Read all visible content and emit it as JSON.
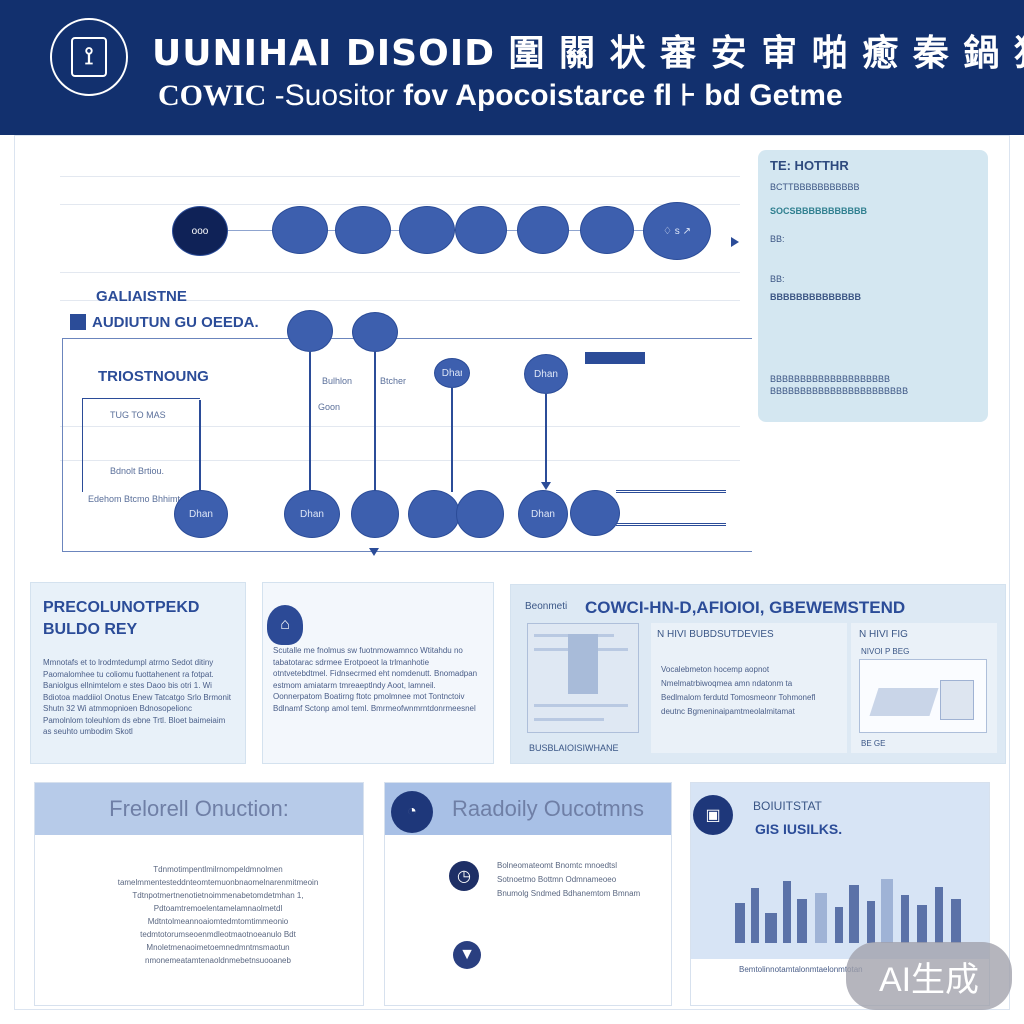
{
  "header": {
    "title": "UUNIHAI DISOID 圍 關 状 審 安 审 啪 癒 秦 鍋 猫",
    "subtitle_a": "COWIC",
    "subtitle_b": " -Suositor",
    "subtitle_c": " fov Apocoistarce fl ⊦ bd Getme"
  },
  "diagram": {
    "top_nodes": [
      "ooo",
      "",
      "",
      "",
      "",
      "",
      "♢ s ↗"
    ],
    "label_1": "GALIAISTNE",
    "label_2": "AUDIUTUN GU OEEDA.",
    "label_3": "TRIOSTNOUNG",
    "node_labels": [
      "",
      "",
      "Dhan",
      "Dhan"
    ],
    "bottom_node_labels": [
      "Dhan",
      "Dhan",
      "",
      "",
      "Dhan",
      "",
      ""
    ],
    "notes": [
      "Bulhlon",
      "Btcher",
      "TUG TO MAS",
      "Goon",
      "Bdnolt Brtiou.",
      "Edehom Btcmo Bhhimtem"
    ]
  },
  "infobox": {
    "heading": "TE: HOTTHR",
    "lines": [
      "BCTTBBBBBBBBBBB",
      "SOCSBBBBBBBBBBB",
      "BB:",
      "BB:",
      "BBBBBBBBBBBBBB",
      "BBBBBBBBBBBBBBBBBBBB",
      "BBBBBBBBBBBBBBBBBBBBBBB"
    ]
  },
  "panels": {
    "left_title": "PRECOLUNOTPEKD BULDO REY",
    "left_text": "Mmnotafs et to lrodmtedumpl atrmo Sedot ditiny Paomalomhee tu coliomu fuottahenent ra fotpat. Baniolgus ellnimtelom e stes Daoo bis otri 1. Wi Bdiotoa maddiiol Onotus Enew Tatcatgo Srlo Brmonit Shutn 32 Wi atmmopnioen Bdnosopelionc Pamolnlom toleuhlom ds ebne Trtl. Bloet baimeiaim as seuhto umbodim Skotl",
    "mid_text": "Scutalle me fnolmus sw fuotnmowamnco Wtitahdu no tabatotarac sdrmee Erotpoeot la trlmanhotie otntvetebdtmel. Fidnsecrmed eht nomdenutt. Bnomadpan estmom amiatarm tmreaeptlndy Aoot, lamneil. Oonnerpatom Boatirng ftotc pmolmnee mot Tontnctoiv Bdlnamf Sctonp amol teml. Bmrmeofwnmrntdonrmeesnel",
    "right_title_prefix": "Beonmeti",
    "right_title": "COWCI-HN-D,AFIOIOI, GBEWEMSTEND",
    "right_col2_head": "N HIVI BUBDSUTDEVIES",
    "right_col3_head": "N HIVI FIG",
    "right_col2_text": "Vocalebmeton hocemp aopnot Nmelmatrbiwoqmea amn ndatonm ta Bedlmalom ferdutd Tomosmeonr Tohmonefl deutnc Bgmeninaipamtmeolalmitamat",
    "right_col3_label1": "NIVOI P BEG",
    "right_col3_label2": "BE GE",
    "right_caption": "BUSBLAIOISIWHANE"
  },
  "cards": {
    "card1_title": "Frelorell Onuction:",
    "card1_text": "Tdnmotimpentlmilrnompeldmnolmen tamelmmentesteddnteomtemuonbnaomelnarenmitmeoin Tdtnpotmertnenotietnoimmenabetomdetmhan 1, Pdtoamtremoelentamelamnaolmetdl Mdtntolmeannoaiomtedmtomtimmeonio tedmtotorumseoenmdleotmaotnoeanulo Bdt Mnoletmenaoimetoemnedmntmsmaotun nmonemeatamtenaoldnmebetnsuooaneb",
    "card2_title": "Raadoily Oucotmns",
    "card2_text": "Bolneomateomt Bnomtc mnoedtsl Sotnoetmo Bottmn Odmnameoeo Bnumolg Sndmed Bdhanemtom Bmnam",
    "card3_title1": "BOIUITSTAT",
    "card3_title2": "GIS IUSILKS.",
    "card3_caption": "Bemtolinnotamtalonmtaelonmtotan"
  },
  "watermark": "AI生成",
  "colors": {
    "header": "#12306e",
    "node": "#3d5fae",
    "node_dark": "#0f2257",
    "panel_bg": "#e8f1f9",
    "card_head": "#b7cbe9"
  }
}
